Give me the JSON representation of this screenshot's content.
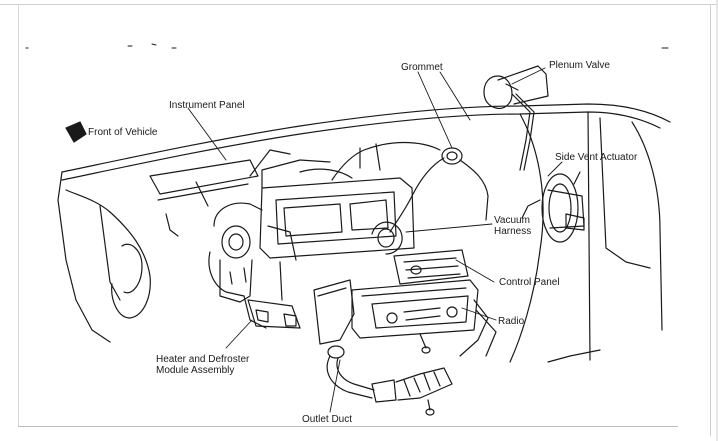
{
  "labels": {
    "grommet": "Grommet",
    "plenum_valve": "Plenum Valve",
    "instrument_panel": "Instrument Panel",
    "front_of_vehicle": "Front of Vehicle",
    "side_vent_actuator": "Side Vent Actuator",
    "vacuum_harness_1": "Vacuum",
    "vacuum_harness_2": "Harness",
    "control_panel": "Control Panel",
    "radio": "Radio",
    "heater_module_1": "Heater and Defroster",
    "heater_module_2": "Module Assembly",
    "outlet_duct": "Outlet Duct"
  },
  "colors": {
    "ink": "#1a1a1a",
    "paper": "#ffffff"
  },
  "icons": {
    "front_arrow": "front-of-vehicle-arrow-icon"
  }
}
